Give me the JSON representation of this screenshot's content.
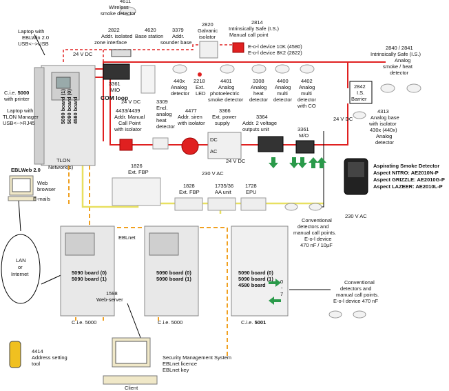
{
  "labels": {
    "wireless_det": [
      "4611",
      "Wireless",
      "smoke detector"
    ],
    "laptop_eblwin": [
      "Laptop with",
      "EBLWin 2.0",
      "USB<-->USB"
    ],
    "cie5000_printer": [
      "C.i.e.",
      "5000",
      "with printer"
    ],
    "laptop_tlon": [
      "Laptop with",
      "TLON Manager",
      "USB<-->RJ45"
    ],
    "tlon": [
      "TLON",
      "Network(s)"
    ],
    "eblweb": [
      "EBLWeb 2.0"
    ],
    "web_browser": [
      "Web",
      "browser"
    ],
    "emails": [
      "E-mails"
    ],
    "lan": [
      "LAN",
      "or",
      "Internet"
    ],
    "tool4414": [
      "4414",
      "Address setting",
      "tool"
    ],
    "z2822": [
      "2822",
      "Addr. isolated",
      "zone interface"
    ],
    "bs4620": [
      "4620",
      "Base station"
    ],
    "sb3379": [
      "3379",
      "Addr.",
      "sounder base"
    ],
    "gi2820": [
      "2820",
      "Galvanic",
      "isolator"
    ],
    "is2814": [
      "2814",
      "Intrinsically Safe (I.S.)",
      "Manual call point"
    ],
    "eol": [
      "E-o-l device 10K (4580)",
      "E-o-l device 8K2 (2822)"
    ],
    "is2840": [
      "2840 / 2841",
      "Intrinsically Safe (I.S.)",
      "Analog",
      "smoke / heat",
      "detector"
    ],
    "v24_a": "24 V DC",
    "v24_b": "24 V DC",
    "v24_c": "24 V DC",
    "v24_d": "24 V DC",
    "v230_a": "230 V AC",
    "v230_b": "230 V AC",
    "mio3361a": [
      "3361",
      "MIO"
    ],
    "led2218": [
      "2218",
      "Ext.",
      "LED"
    ],
    "ad440x": [
      "440x",
      "Analog",
      "detector"
    ],
    "ps4401": [
      "4401",
      "Analog",
      "photoelectric",
      "smoke detector"
    ],
    "hd3308": [
      "3308",
      "Analog",
      "heat",
      "detector"
    ],
    "md4400": [
      "4400",
      "Analog",
      "multi",
      "detector"
    ],
    "co4402": [
      "4402",
      "Analog",
      "multi",
      "detector",
      "with CO"
    ],
    "isb2842": [
      "2842",
      "I.S.",
      "Barrier"
    ],
    "ab4313": [
      "4313",
      "Analog base",
      "with isolator",
      "430x (440x)",
      "Analog",
      "detector"
    ],
    "com_loop": "COM loop",
    "mcp4433": [
      "4433/4439",
      "Addr. Manual",
      "Call Point",
      "with isolator"
    ],
    "hd3309": [
      "3309",
      "Encl.",
      "analog",
      "heat",
      "detector"
    ],
    "siren4477": [
      "4477",
      "Addr. siren",
      "with isolator"
    ],
    "eps3366": [
      "3366",
      "Ext. power",
      "supply"
    ],
    "ou3364": [
      "3364",
      "Addr. 2 voltage",
      "outputs unit"
    ],
    "mio3361b": [
      "3361",
      "M/O"
    ],
    "dc_ac": [
      "DC",
      "AC"
    ],
    "asd": [
      "Aspirating Smoke Detector",
      "Aspect NITRO:  AE2010N-P",
      "Aspect GRIZZLE:  AE2010G-P",
      "Aspect LAZEER:  AE2010L-P"
    ],
    "fbp1826a": [
      "1826",
      "Ext. FBP"
    ],
    "fbp1828": [
      "1828",
      "Ext. FBP"
    ],
    "aa1735": [
      "1735/36",
      "AA unit"
    ],
    "epu1728": [
      "1728",
      "EPU"
    ],
    "conv1": [
      "Conventional",
      "detectors and",
      "manual call points.",
      "E-o-l device",
      "470 nF / 10µF"
    ],
    "conv2": [
      "Conventional",
      "detectors and",
      "manual call points.",
      "E-o-l device 470 nF"
    ],
    "board_lines_a": [
      "5090 board (1)",
      "5090 board (0)",
      "4580 board"
    ],
    "board_lines_b": [
      "5090 board (0)",
      "5090 board (1)"
    ],
    "board_lines_c": [
      "5090 board (0)",
      "5090 board (1)"
    ],
    "board_lines_d": [
      "5090 board (0)",
      "5090 board (1)",
      "4580 board"
    ],
    "eblnet": "EBLnet",
    "ws1598": [
      "1598",
      "Web-server"
    ],
    "cie_a": [
      "C.i.e. 5000"
    ],
    "cie_b": [
      "C.i.e. 5000"
    ],
    "cie_c": [
      "C.i.e. ",
      "5001"
    ],
    "io_labels": [
      "0",
      "-",
      "7"
    ],
    "sms": [
      "Security Management System",
      "EBLnet licence",
      "EBLnet key"
    ],
    "client": "Client"
  },
  "colors": {
    "red_loop": "#e02020",
    "orange_net": "#f0a020",
    "yellow_line": "#e8e060",
    "green_out": "#2a9a4a",
    "black_line": "#000000"
  }
}
